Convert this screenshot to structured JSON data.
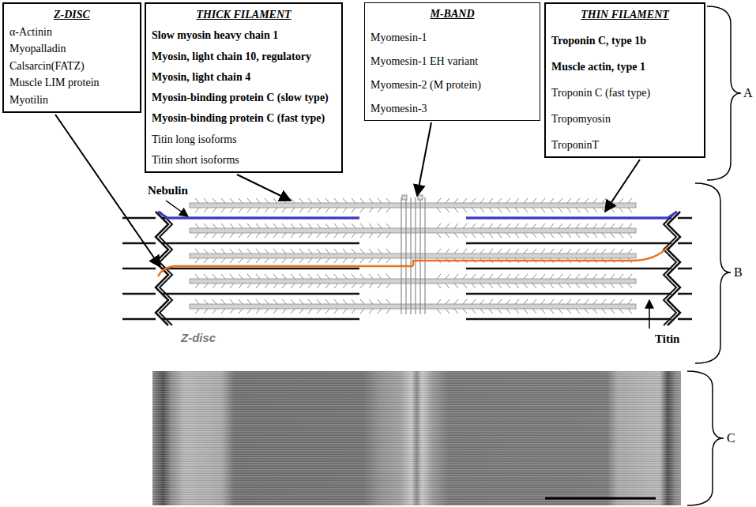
{
  "diagram": {
    "nodes": [
      {
        "text": [
          "Z-DISC",
          "α-Actinin",
          "Myopalladin",
          "Calsarcin(FATZ)",
          "Muscle LIM protein",
          "Myotilin"
        ]
      },
      {
        "text": [
          "THICK FILAMENT",
          "Slow myosin heavy chain 1",
          "Myosin, light chain 10, regulatory",
          "Myosin, light chain 4",
          "Myosin-binding protein C (slow type)",
          "Myosin-binding protein C (fast type)",
          "Titin long isoforms",
          "Titin short isoforms"
        ]
      },
      {
        "text": [
          "M-BAND",
          "Myomesin-1",
          "Myomesin-1 EH variant",
          "Myomesin-2 (M protein)",
          "Myomesin-3"
        ]
      },
      {
        "text": [
          "THIN FILAMENT",
          "Troponin C, type 1b",
          "Muscle actin, type 1",
          "Troponin C (fast type)",
          "Tropomyosin",
          "TroponinT"
        ]
      }
    ],
    "labels": [
      "A",
      "B",
      "C",
      "Nebulin",
      "Z-disc",
      "Titin"
    ]
  }
}
